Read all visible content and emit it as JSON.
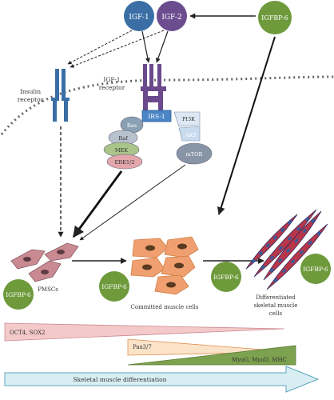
{
  "ligands": {
    "igf1": "IGF-1",
    "igf2": "IGF-2",
    "igfbp6_top": "IGFBP-6"
  },
  "receptors": {
    "insulin_line1": "Insulin",
    "insulin_line2": "receptor",
    "igf1r_line1": "IGF-1",
    "igf1r_line2": "receptor"
  },
  "signaling": {
    "irs1": "IRS-1",
    "ras": "Ras",
    "raf": "Raf",
    "mek": "MEK",
    "erk": "ERK1/2",
    "pi3k": "PI3K",
    "akt": "AKT",
    "mtor": "mTOR"
  },
  "cells": {
    "pmscs": "PMSCs",
    "committed": "Committed muscle cells",
    "diff_line1": "Differentiated",
    "diff_line2": "skeletal muscle",
    "diff_line3": "cells"
  },
  "igfbp6_labels": {
    "pmsc": "IGFBP-6",
    "committed": "IGFBP-6",
    "diff_left": "IGFBP-6",
    "diff_right": "IGFBP-6"
  },
  "markers": {
    "oct4_sox2": "OCT4, SOX2",
    "pax": "Pax3/7",
    "myog": "MyoG, MyoD, MHC"
  },
  "bottom_arrow": "Skeletal muscle differentiation",
  "colors": {
    "igf1": "#3a6ea5",
    "igf2": "#6b4d8f",
    "igfbp6": "#6e9a3c",
    "receptor_purple": "#6a4a8c",
    "irs_blue": "#4a86c5",
    "cell_pink": "#c98a92",
    "cell_orange": "#f0a070",
    "muscle_red": "#b8364a",
    "muscle_nuclei": "#3a5a9a",
    "tri_pink": "#f4c9c9",
    "tri_orange": "#fbe3c8",
    "tri_green": "#7da24f",
    "bottom_arrow": "#d9eef3"
  }
}
